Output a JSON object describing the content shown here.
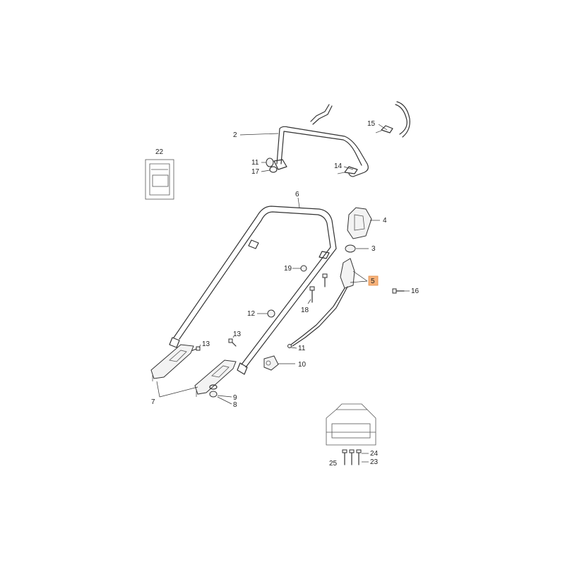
{
  "colors": {
    "highlight": "#f7b27a",
    "line": "#333333",
    "background": "#ffffff"
  },
  "callouts": {
    "c2": "2",
    "c3": "3",
    "c4": "4",
    "c5": "5",
    "c6": "6",
    "c7": "7",
    "c8": "8",
    "c9": "9",
    "c10": "10",
    "c11a": "11",
    "c11b": "11",
    "c12": "12",
    "c13a": "13",
    "c13b": "13",
    "c14": "14",
    "c15": "15",
    "c16": "16",
    "c17": "17",
    "c18": "18",
    "c19": "19",
    "c22": "22",
    "c23": "23",
    "c24": "24",
    "c25": "25"
  },
  "highlighted_callout": "5"
}
